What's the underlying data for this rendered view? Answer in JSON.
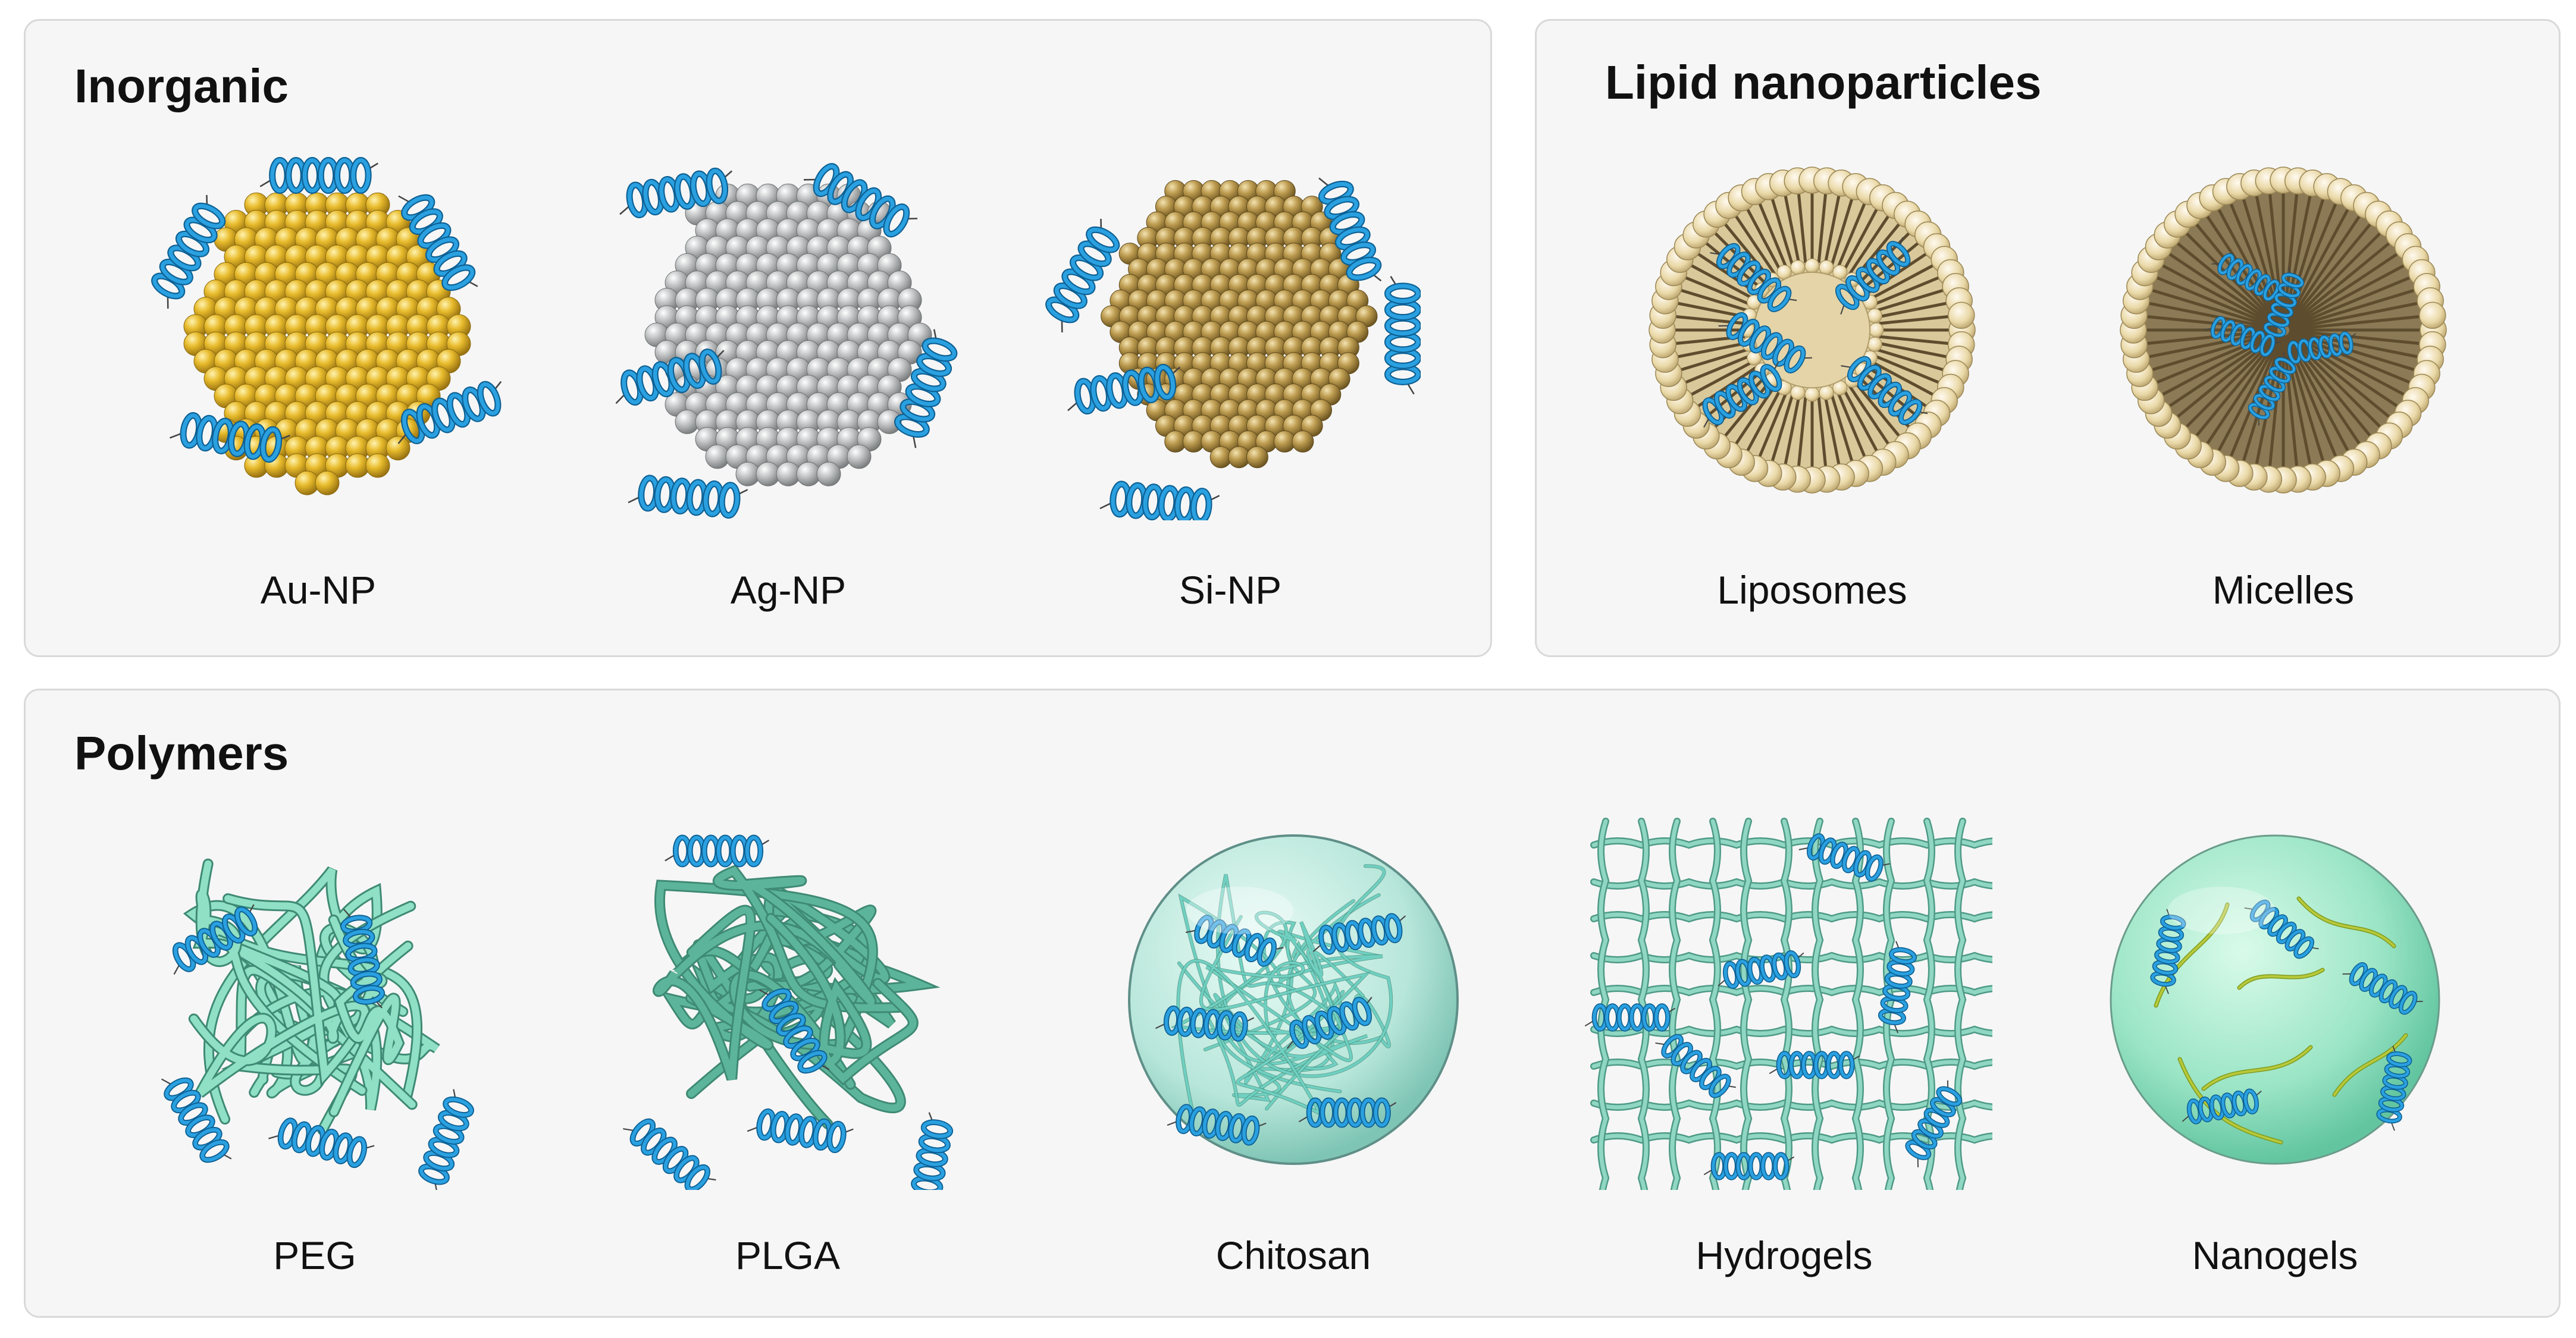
{
  "panels": {
    "inorganic": {
      "title": "Inorganic",
      "items": [
        "Au-NP",
        "Ag-NP",
        "Si-NP"
      ]
    },
    "lipid": {
      "title": "Lipid nanoparticles",
      "items": [
        "Liposomes",
        "Micelles"
      ]
    },
    "polymers": {
      "title": "Polymers",
      "items": [
        "PEG",
        "PLGA",
        "Chitosan",
        "Hydrogels",
        "Nanogels"
      ]
    }
  },
  "colors": {
    "gold": "#e3b52a",
    "silver": "#b9bcbd",
    "silicon": "#b99a4e",
    "lipid_head": "#eadcb0",
    "lipid_tail": "#6b5a3a",
    "helix": "#1f8fce",
    "polymer_light": "#8fe0c4",
    "polymer_dark": "#5cb59a",
    "gel_sphere": "#9fe6cf"
  },
  "icons": [
    "gold-nanoparticle-icon",
    "silver-nanoparticle-icon",
    "silica-nanoparticle-icon",
    "liposome-icon",
    "micelle-icon",
    "peg-polymer-icon",
    "plga-polymer-icon",
    "chitosan-sphere-icon",
    "hydrogel-network-icon",
    "nanogel-sphere-icon"
  ]
}
